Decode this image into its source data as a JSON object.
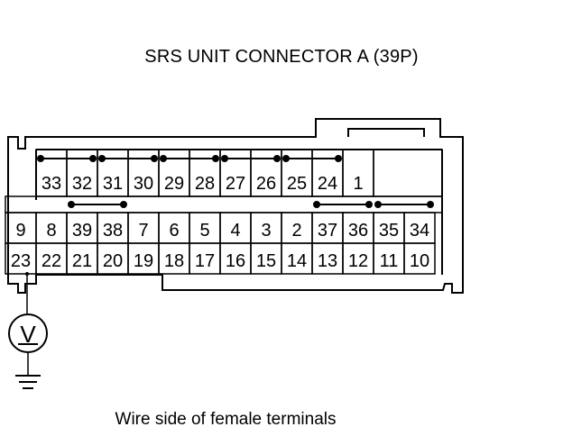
{
  "title": "SRS UNIT CONNECTOR A (39P)",
  "caption": "Wire side of female terminals",
  "meter_symbol": "V",
  "rows": {
    "top": [
      "33",
      "32",
      "31",
      "30",
      "29",
      "28",
      "27",
      "26",
      "25",
      "24",
      "1"
    ],
    "middle": [
      "9",
      "8",
      "39",
      "38",
      "7",
      "6",
      "5",
      "4",
      "3",
      "2",
      "37",
      "36",
      "35",
      "34"
    ],
    "bottom": [
      "23",
      "22",
      "21",
      "20",
      "19",
      "18",
      "17",
      "16",
      "15",
      "14",
      "13",
      "12",
      "11",
      "10"
    ]
  },
  "shorting_bars": [
    [
      "33",
      "32"
    ],
    [
      "31",
      "30"
    ],
    [
      "29",
      "28"
    ],
    [
      "27",
      "26"
    ],
    [
      "25",
      "24"
    ],
    [
      "39",
      "38"
    ],
    [
      "37",
      "36"
    ],
    [
      "35",
      "34"
    ]
  ],
  "probe_terminal": "23"
}
